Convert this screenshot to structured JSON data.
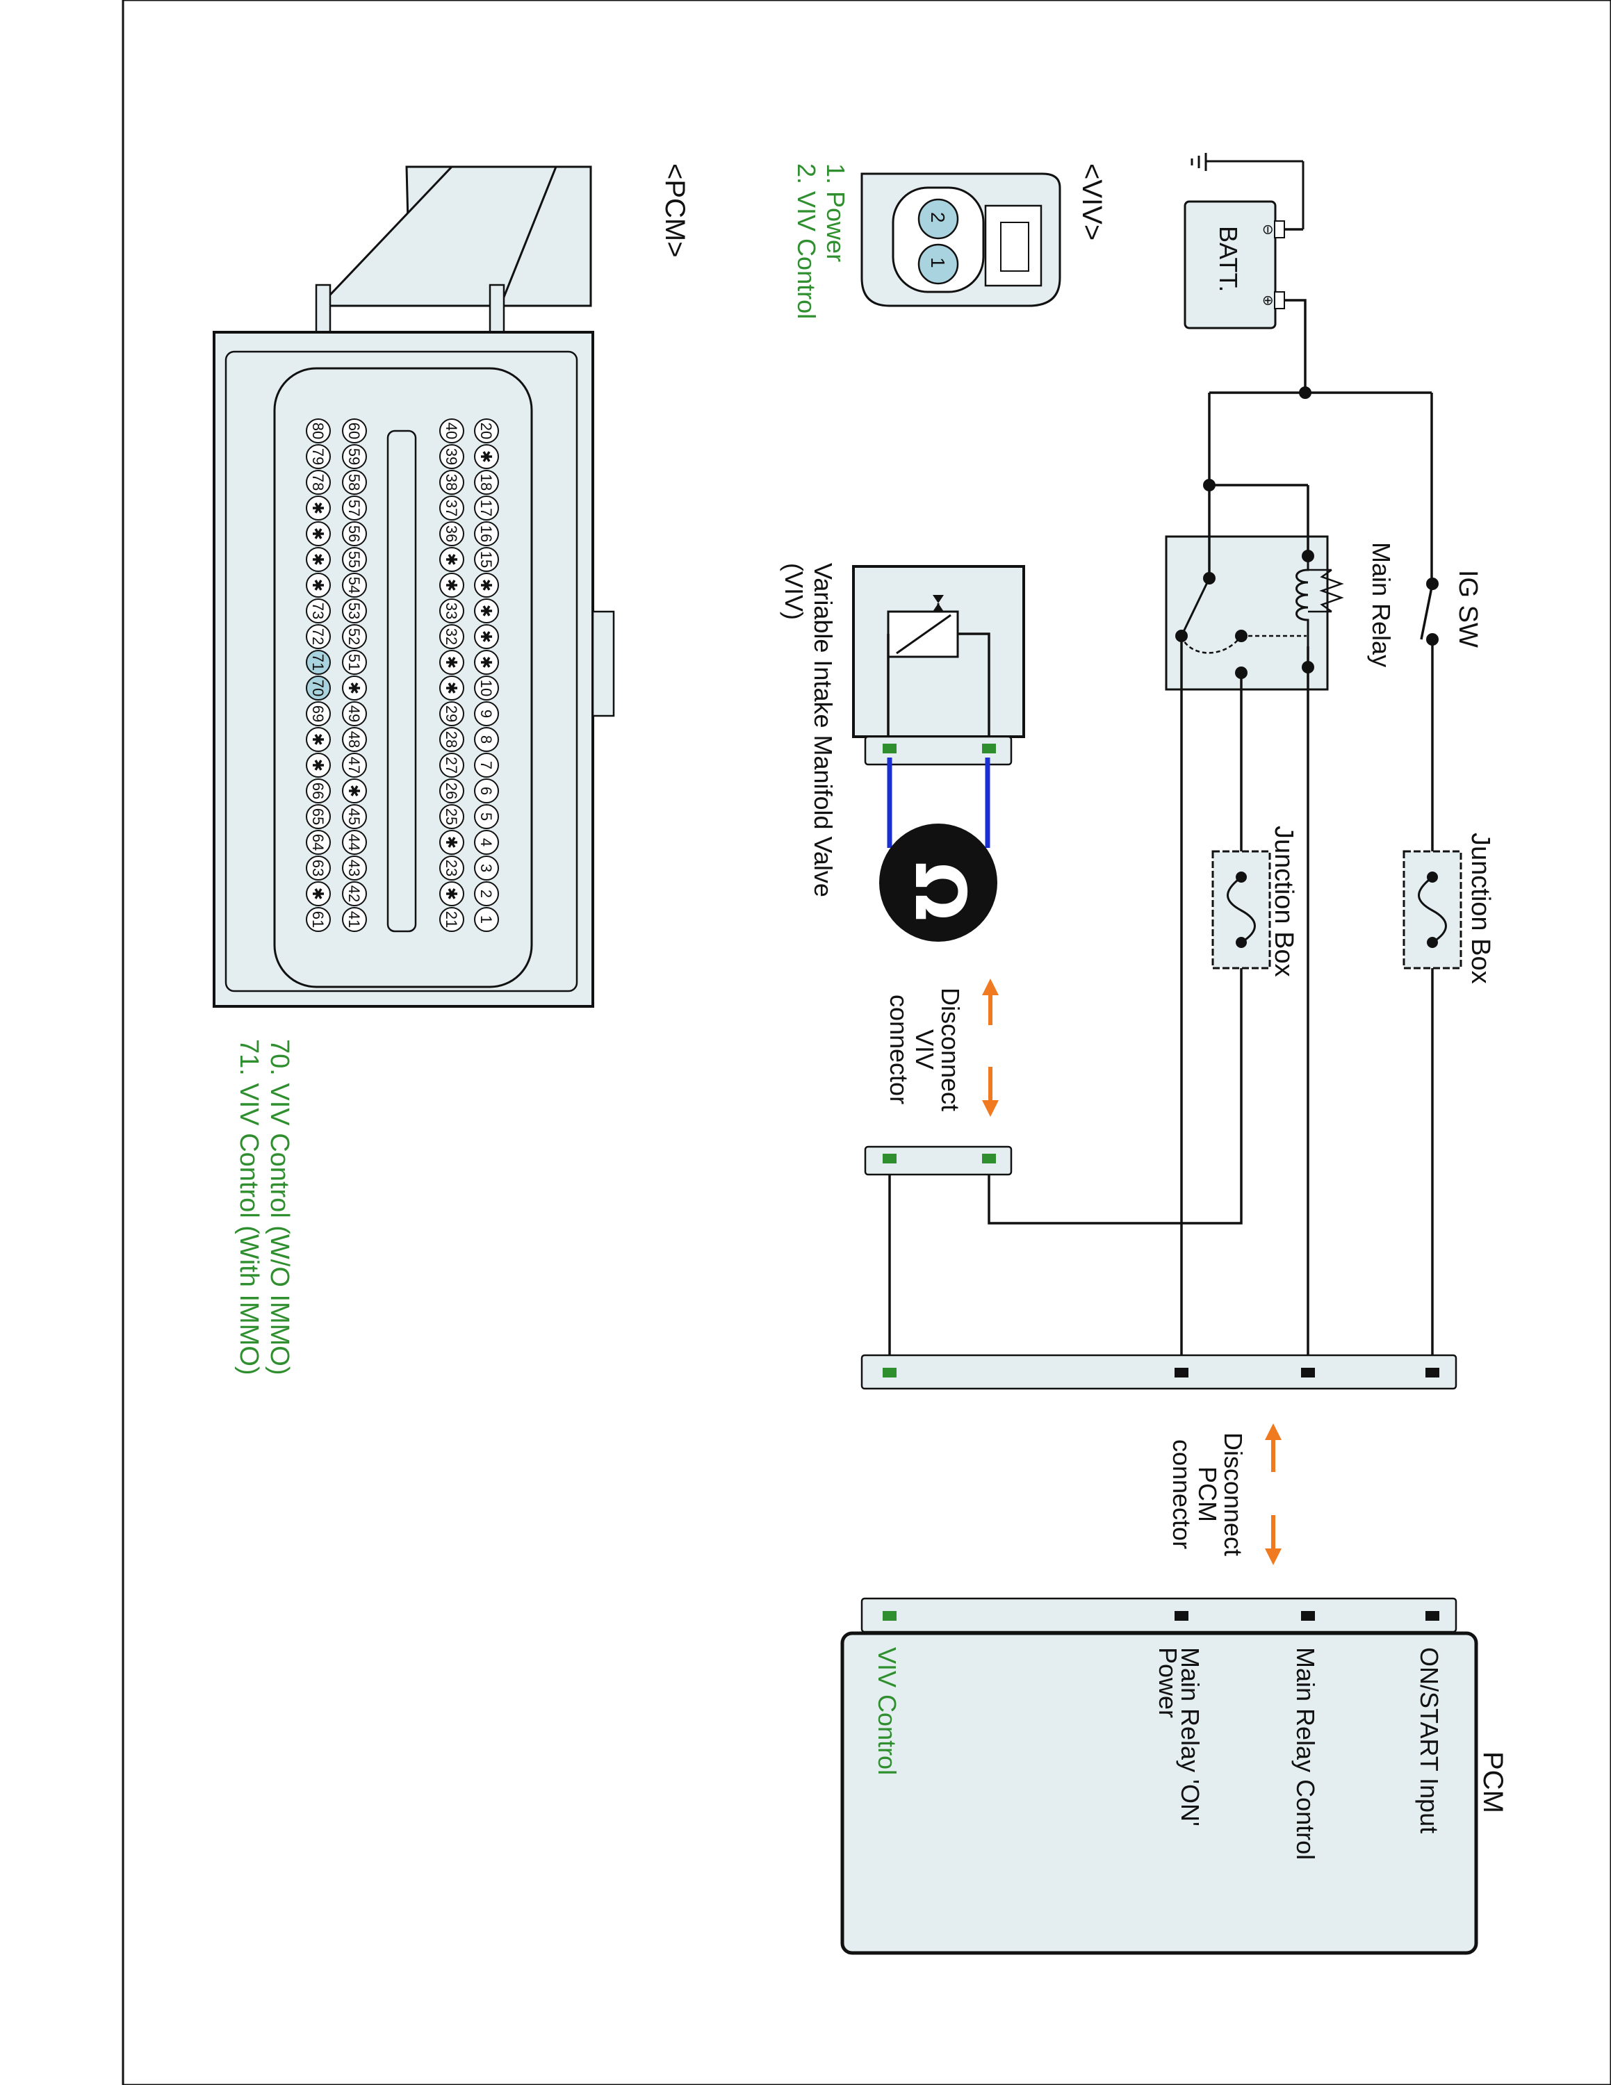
{
  "batt": {
    "label": "BATT.",
    "plus": "⊕",
    "minus": "⊖"
  },
  "ig_sw": {
    "label": "IG SW"
  },
  "main_relay": {
    "label": "Main Relay"
  },
  "junction_box_1": {
    "label": "Junction Box"
  },
  "junction_box_2": {
    "label": "Junction Box"
  },
  "viv_valve": {
    "line1": "Variable Intake Manifold Valve",
    "line2": "(VIV)"
  },
  "ohm_symbol": "Ω",
  "disconnect_viv": {
    "line1": "Disconnect",
    "line2": "VIV",
    "line3": "connector"
  },
  "disconnect_pcm": {
    "line1": "Disconnect",
    "line2": "PCM",
    "line3": "connector"
  },
  "pcm_box": {
    "title": "PCM",
    "pins": [
      {
        "label": "ON/START Input",
        "color": "#111111"
      },
      {
        "label": "Main Relay Control",
        "color": "#111111"
      },
      {
        "label": "Main Relay 'ON'",
        "label2": "Power",
        "color": "#111111"
      },
      {
        "label": "VIV Control",
        "color": "#2f8f2f"
      }
    ]
  },
  "viv_connector": {
    "title": "<VIV>",
    "pins": [
      "1",
      "2"
    ],
    "legend": [
      "1. Power",
      "2. VIV Control"
    ]
  },
  "pcm_connector": {
    "title": "<PCM>",
    "row1": [
      "20",
      "✱",
      "18",
      "17",
      "16",
      "15",
      "✱",
      "✱",
      "✱",
      "✱",
      "10",
      "9",
      "8",
      "7",
      "6",
      "5",
      "4",
      "3",
      "2",
      "1"
    ],
    "row2": [
      "40",
      "39",
      "38",
      "37",
      "36",
      "✱",
      "✱",
      "33",
      "32",
      "✱",
      "✱",
      "29",
      "28",
      "27",
      "26",
      "25",
      "✱",
      "23",
      "✱",
      "21"
    ],
    "row3": [
      "60",
      "59",
      "58",
      "57",
      "56",
      "55",
      "54",
      "53",
      "52",
      "51",
      "✱",
      "49",
      "48",
      "47",
      "✱",
      "45",
      "44",
      "43",
      "42",
      "41"
    ],
    "row4": [
      "80",
      "79",
      "78",
      "✱",
      "✱",
      "✱",
      "✱",
      "73",
      "72",
      "71",
      "70",
      "69",
      "✱",
      "✱",
      "66",
      "65",
      "64",
      "63",
      "✱",
      "61"
    ],
    "highlight": [
      "70",
      "71"
    ],
    "legend": [
      "70. VIV Control (W/O IMMO)",
      "71. VIV Control (With IMMO)"
    ]
  },
  "colors": {
    "accent_green": "#2f8f2f",
    "arrow_orange": "#f07a1f",
    "wire_blue": "#1a2fd1",
    "fill_light": "#e4eef0",
    "pin_highlight": "#a9d3de"
  }
}
